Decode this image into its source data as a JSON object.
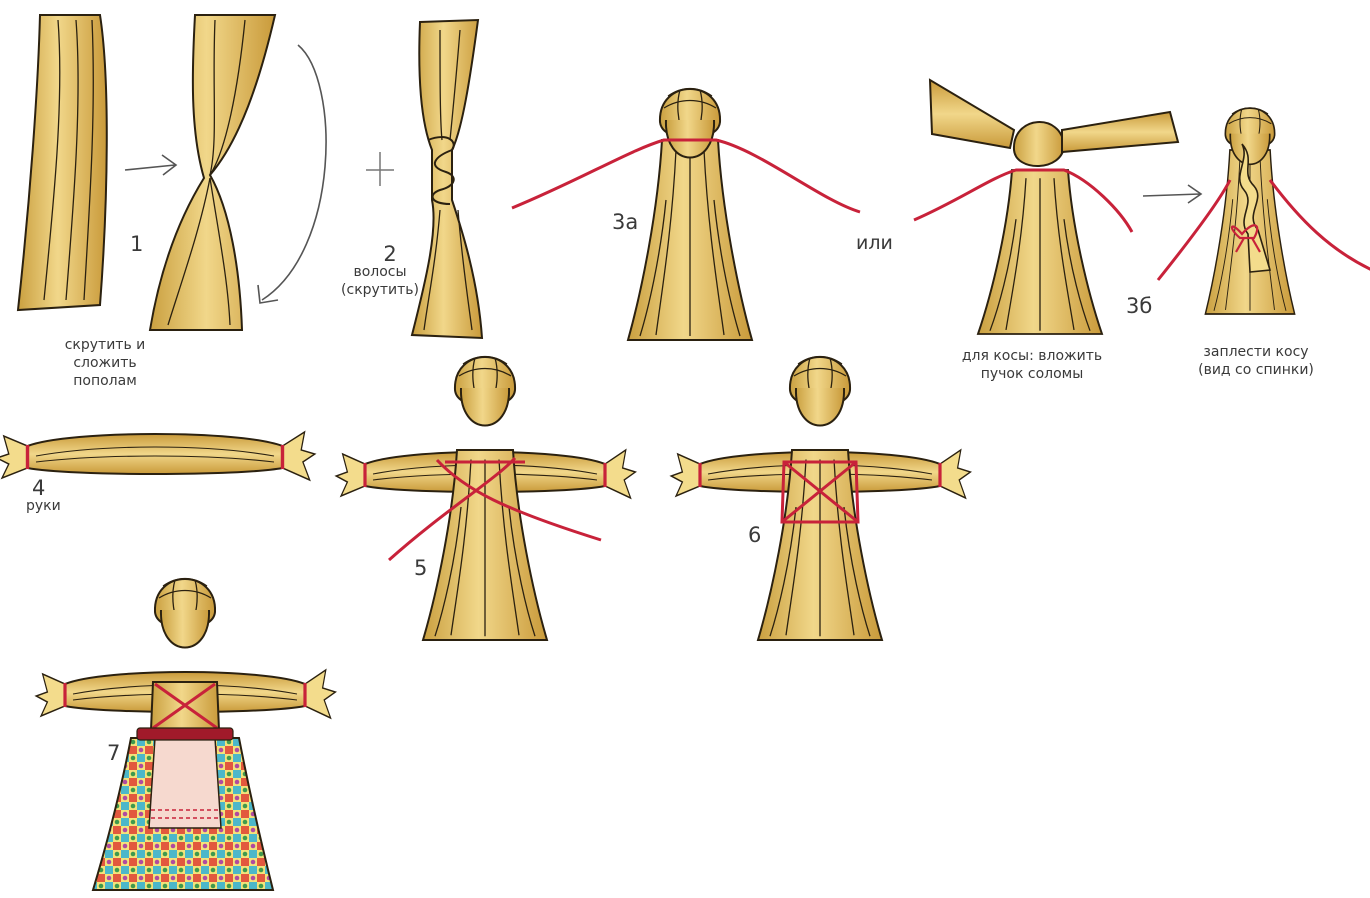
{
  "colors": {
    "straw_fill": "#e6c25f",
    "straw_light": "#f3dc8c",
    "straw_line": "#2b2110",
    "thread": "#c8223a",
    "belt": "#a11a2a",
    "text": "#3a3a3a"
  },
  "steps": [
    {
      "id": "1",
      "number": "1",
      "caption": "скрутить и сложить пополам"
    },
    {
      "id": "2",
      "number": "2",
      "caption": "волосы (скрутить)"
    },
    {
      "id": "3a",
      "number": "3а",
      "caption": ""
    },
    {
      "id": "3b",
      "number": "3б",
      "caption": "заплести косу (вид со спинки)"
    },
    {
      "id": "3b-alt",
      "number": "",
      "caption": "для косы: вложить пучок соломы"
    },
    {
      "id": "4",
      "number": "4",
      "caption": "руки"
    },
    {
      "id": "5",
      "number": "5",
      "caption": ""
    },
    {
      "id": "6",
      "number": "6",
      "caption": ""
    },
    {
      "id": "7",
      "number": "7",
      "caption": ""
    }
  ],
  "connectors": {
    "or": "или",
    "plus": "+"
  },
  "icons": [
    "arrow-right-icon",
    "curved-arrow-icon",
    "plus-icon",
    "arrow-right-icon"
  ]
}
